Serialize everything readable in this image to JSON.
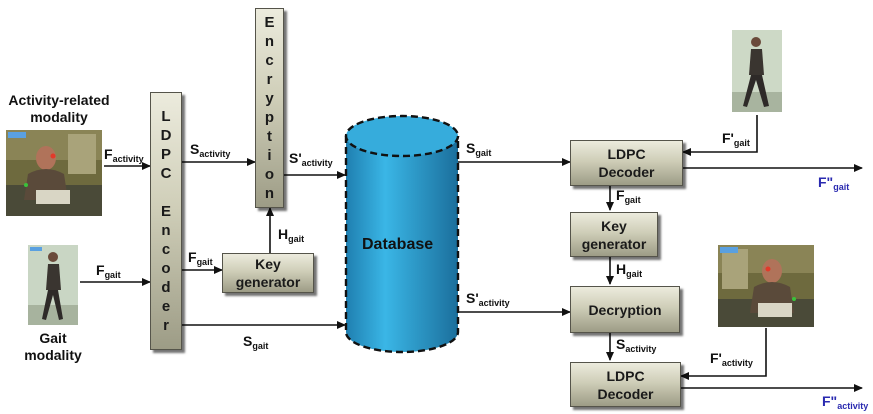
{
  "modalities": {
    "activity_caption_l1": "Activity-related",
    "activity_caption_l2": "modality",
    "gait_caption_l1": "Gait",
    "gait_caption_l2": "modality"
  },
  "blocks": {
    "ldpc_encoder_letters": [
      "L",
      "D",
      "P",
      "C",
      "",
      "E",
      "n",
      "c",
      "o",
      "d",
      "e",
      "r"
    ],
    "encryption_letters": [
      "E",
      "n",
      "c",
      "r",
      "y",
      "p",
      "t",
      "i",
      "o",
      "n"
    ],
    "key_generator_l1": "Key",
    "key_generator_l2": "generator",
    "database": "Database",
    "ldpc_decoder_l1": "LDPC",
    "ldpc_decoder_l2": "Decoder",
    "decryption": "Decryption"
  },
  "signals": {
    "f_activity": {
      "main": "F",
      "sub": "activity"
    },
    "f_gait": {
      "main": "F",
      "sub": "gait"
    },
    "s_activity": {
      "main": "S",
      "sub": "activity"
    },
    "s_prime_activity": {
      "main": "S'",
      "sub": "activity"
    },
    "s_gait": {
      "main": "S",
      "sub": "gait"
    },
    "h_gait": {
      "main": "H",
      "sub": "gait"
    },
    "f_prime_gait": {
      "main": "F'",
      "sub": "gait"
    },
    "f_prime_activity": {
      "main": "F'",
      "sub": "activity"
    },
    "f_dprime_gait": {
      "main": "F\"",
      "sub": "gait"
    },
    "f_dprime_activity": {
      "main": "F\"",
      "sub": "activity"
    }
  },
  "colors": {
    "box_light": "#ecebdd",
    "box_dark": "#9d9c86",
    "database_fill": "#2a9fd0",
    "output_label": "#2a2ab0",
    "line": "#111111"
  },
  "icons": [
    "person-walking-photo",
    "person-seated-desk-photo"
  ]
}
